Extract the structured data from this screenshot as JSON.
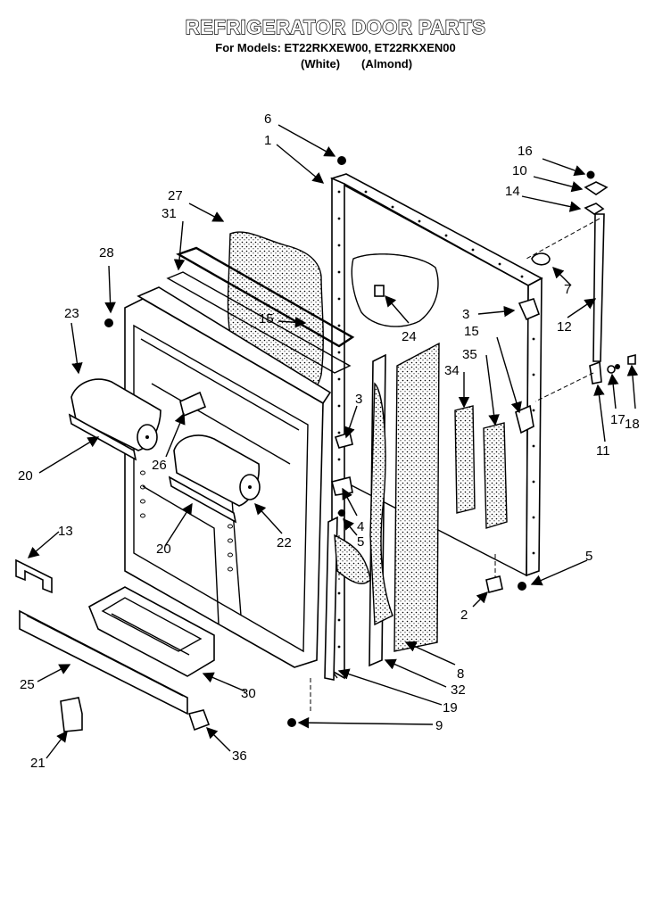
{
  "header": {
    "title": "REFRIGERATOR DOOR PARTS",
    "models_line": "For Models: ET22RKXEW00, ET22RKXEN00",
    "color_white": "(White)",
    "color_almond": "(Almond)"
  },
  "labels": [
    "1",
    "2",
    "3",
    "3",
    "4",
    "5",
    "5",
    "6",
    "7",
    "8",
    "9",
    "10",
    "11",
    "12",
    "13",
    "14",
    "15",
    "15",
    "16",
    "17",
    "18",
    "19",
    "20",
    "20",
    "21",
    "22",
    "23",
    "24",
    "25",
    "26",
    "27",
    "28",
    "30",
    "31",
    "32",
    "34",
    "35",
    "36"
  ]
}
